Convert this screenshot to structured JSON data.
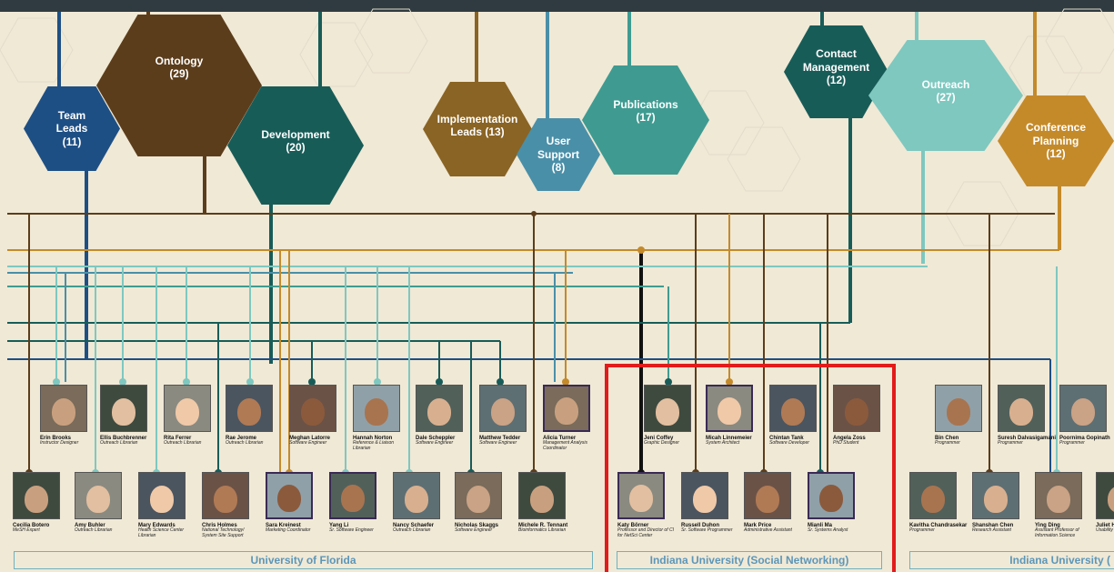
{
  "colors": {
    "teal_light": "#7ec8c0",
    "teal_dark": "#185c58",
    "brown_dark": "#5c3d1b",
    "brown_mid": "#8a6424",
    "blue_dark": "#1e4f84",
    "blue_gray": "#4a8fa8",
    "gold": "#c48a2a",
    "highlight": "#e21b1b"
  },
  "groups": [
    {
      "id": "team-leads",
      "label": "Team\nLeads\n(11)",
      "color": "#1e4f84"
    },
    {
      "id": "ontology",
      "label": "Ontology\n(29)",
      "color": "#5c3d1b"
    },
    {
      "id": "development",
      "label": "Development\n(20)",
      "color": "#185c58"
    },
    {
      "id": "implementation-leads",
      "label": "Implementation\nLeads (13)",
      "color": "#8a6424"
    },
    {
      "id": "user-support",
      "label": "User\nSupport\n(8)",
      "color": "#4a8fa8"
    },
    {
      "id": "publications",
      "label": "Publications\n(17)",
      "color": "#3f9b91"
    },
    {
      "id": "contact-management",
      "label": "Contact\nManagement\n(12)",
      "color": "#185c58"
    },
    {
      "id": "outreach",
      "label": "Outreach\n(27)",
      "color": "#7ec8c0"
    },
    {
      "id": "conference-planning",
      "label": "Conference\nPlanning\n(12)",
      "color": "#c48a2a"
    }
  ],
  "people_top": [
    {
      "name": "Erin Brooks",
      "role": "Instructor Designer"
    },
    {
      "name": "Ellis Buchbrenner",
      "role": "Outreach Librarian"
    },
    {
      "name": "Rita Ferrer",
      "role": "Outreach Librarian"
    },
    {
      "name": "Rae Jerome",
      "role": "Outreach Librarian"
    },
    {
      "name": "Meghan Latorre",
      "role": "Software Engineer"
    },
    {
      "name": "Hannah Norton",
      "role": "Reference & Liaison Librarian"
    },
    {
      "name": "Dale Scheppler",
      "role": "Software Engineer"
    },
    {
      "name": "Matthew Tedder",
      "role": "Software Engineer"
    },
    {
      "name": "Alicia Turner",
      "role": "Management Analysis Coordinator"
    },
    {
      "name": "Jeni Coffey",
      "role": "Graphic Designer"
    },
    {
      "name": "Micah Linnemeier",
      "role": "System Architect"
    },
    {
      "name": "Chintan Tank",
      "role": "Software Developer"
    },
    {
      "name": "Angela Zoss",
      "role": "PhD Student"
    },
    {
      "name": "Bin Chen",
      "role": "Programmer"
    },
    {
      "name": "Suresh Dalvasigamani",
      "role": "Programmer"
    },
    {
      "name": "Poornima Gopinath",
      "role": "Programmer"
    }
  ],
  "people_bottom": [
    {
      "name": "Cecilia Botero",
      "role": "MeSH Expert"
    },
    {
      "name": "Amy Buhler",
      "role": "Outreach Librarian"
    },
    {
      "name": "Mary Edwards",
      "role": "Health Science Center Librarian"
    },
    {
      "name": "Chris Holmes",
      "role": "National Technology/ System Site Support"
    },
    {
      "name": "Sara Kreinest",
      "role": "Marketing Coordinator"
    },
    {
      "name": "Yang Li",
      "role": "Sr. Software Engineer"
    },
    {
      "name": "Nancy Schaefer",
      "role": "Outreach Librarian"
    },
    {
      "name": "Nicholas Skaggs",
      "role": "Software Engineer"
    },
    {
      "name": "Michele R. Tennant",
      "role": "Bioinformatics Librarian"
    },
    {
      "name": "Katy Börner",
      "role": "Professor and Director of CI for NetSci Center"
    },
    {
      "name": "Russell Duhon",
      "role": "Sr. Software Programmer"
    },
    {
      "name": "Mark Price",
      "role": "Administrative Assistant"
    },
    {
      "name": "Mianli Ma",
      "role": "Sr. Systems Analyst"
    },
    {
      "name": "Kavitha Chandrasekar",
      "role": "Programmer"
    },
    {
      "name": "Shanshan Chen",
      "role": "Research Assistant"
    },
    {
      "name": "Ying Ding",
      "role": "Assistant Professor of Information Science"
    },
    {
      "name": "Juliet H",
      "role": "Usability Specialist"
    }
  ],
  "universities": [
    {
      "label": "University of Florida"
    },
    {
      "label": "Indiana University (Social Networking)"
    },
    {
      "label": "Indiana University ("
    }
  ]
}
